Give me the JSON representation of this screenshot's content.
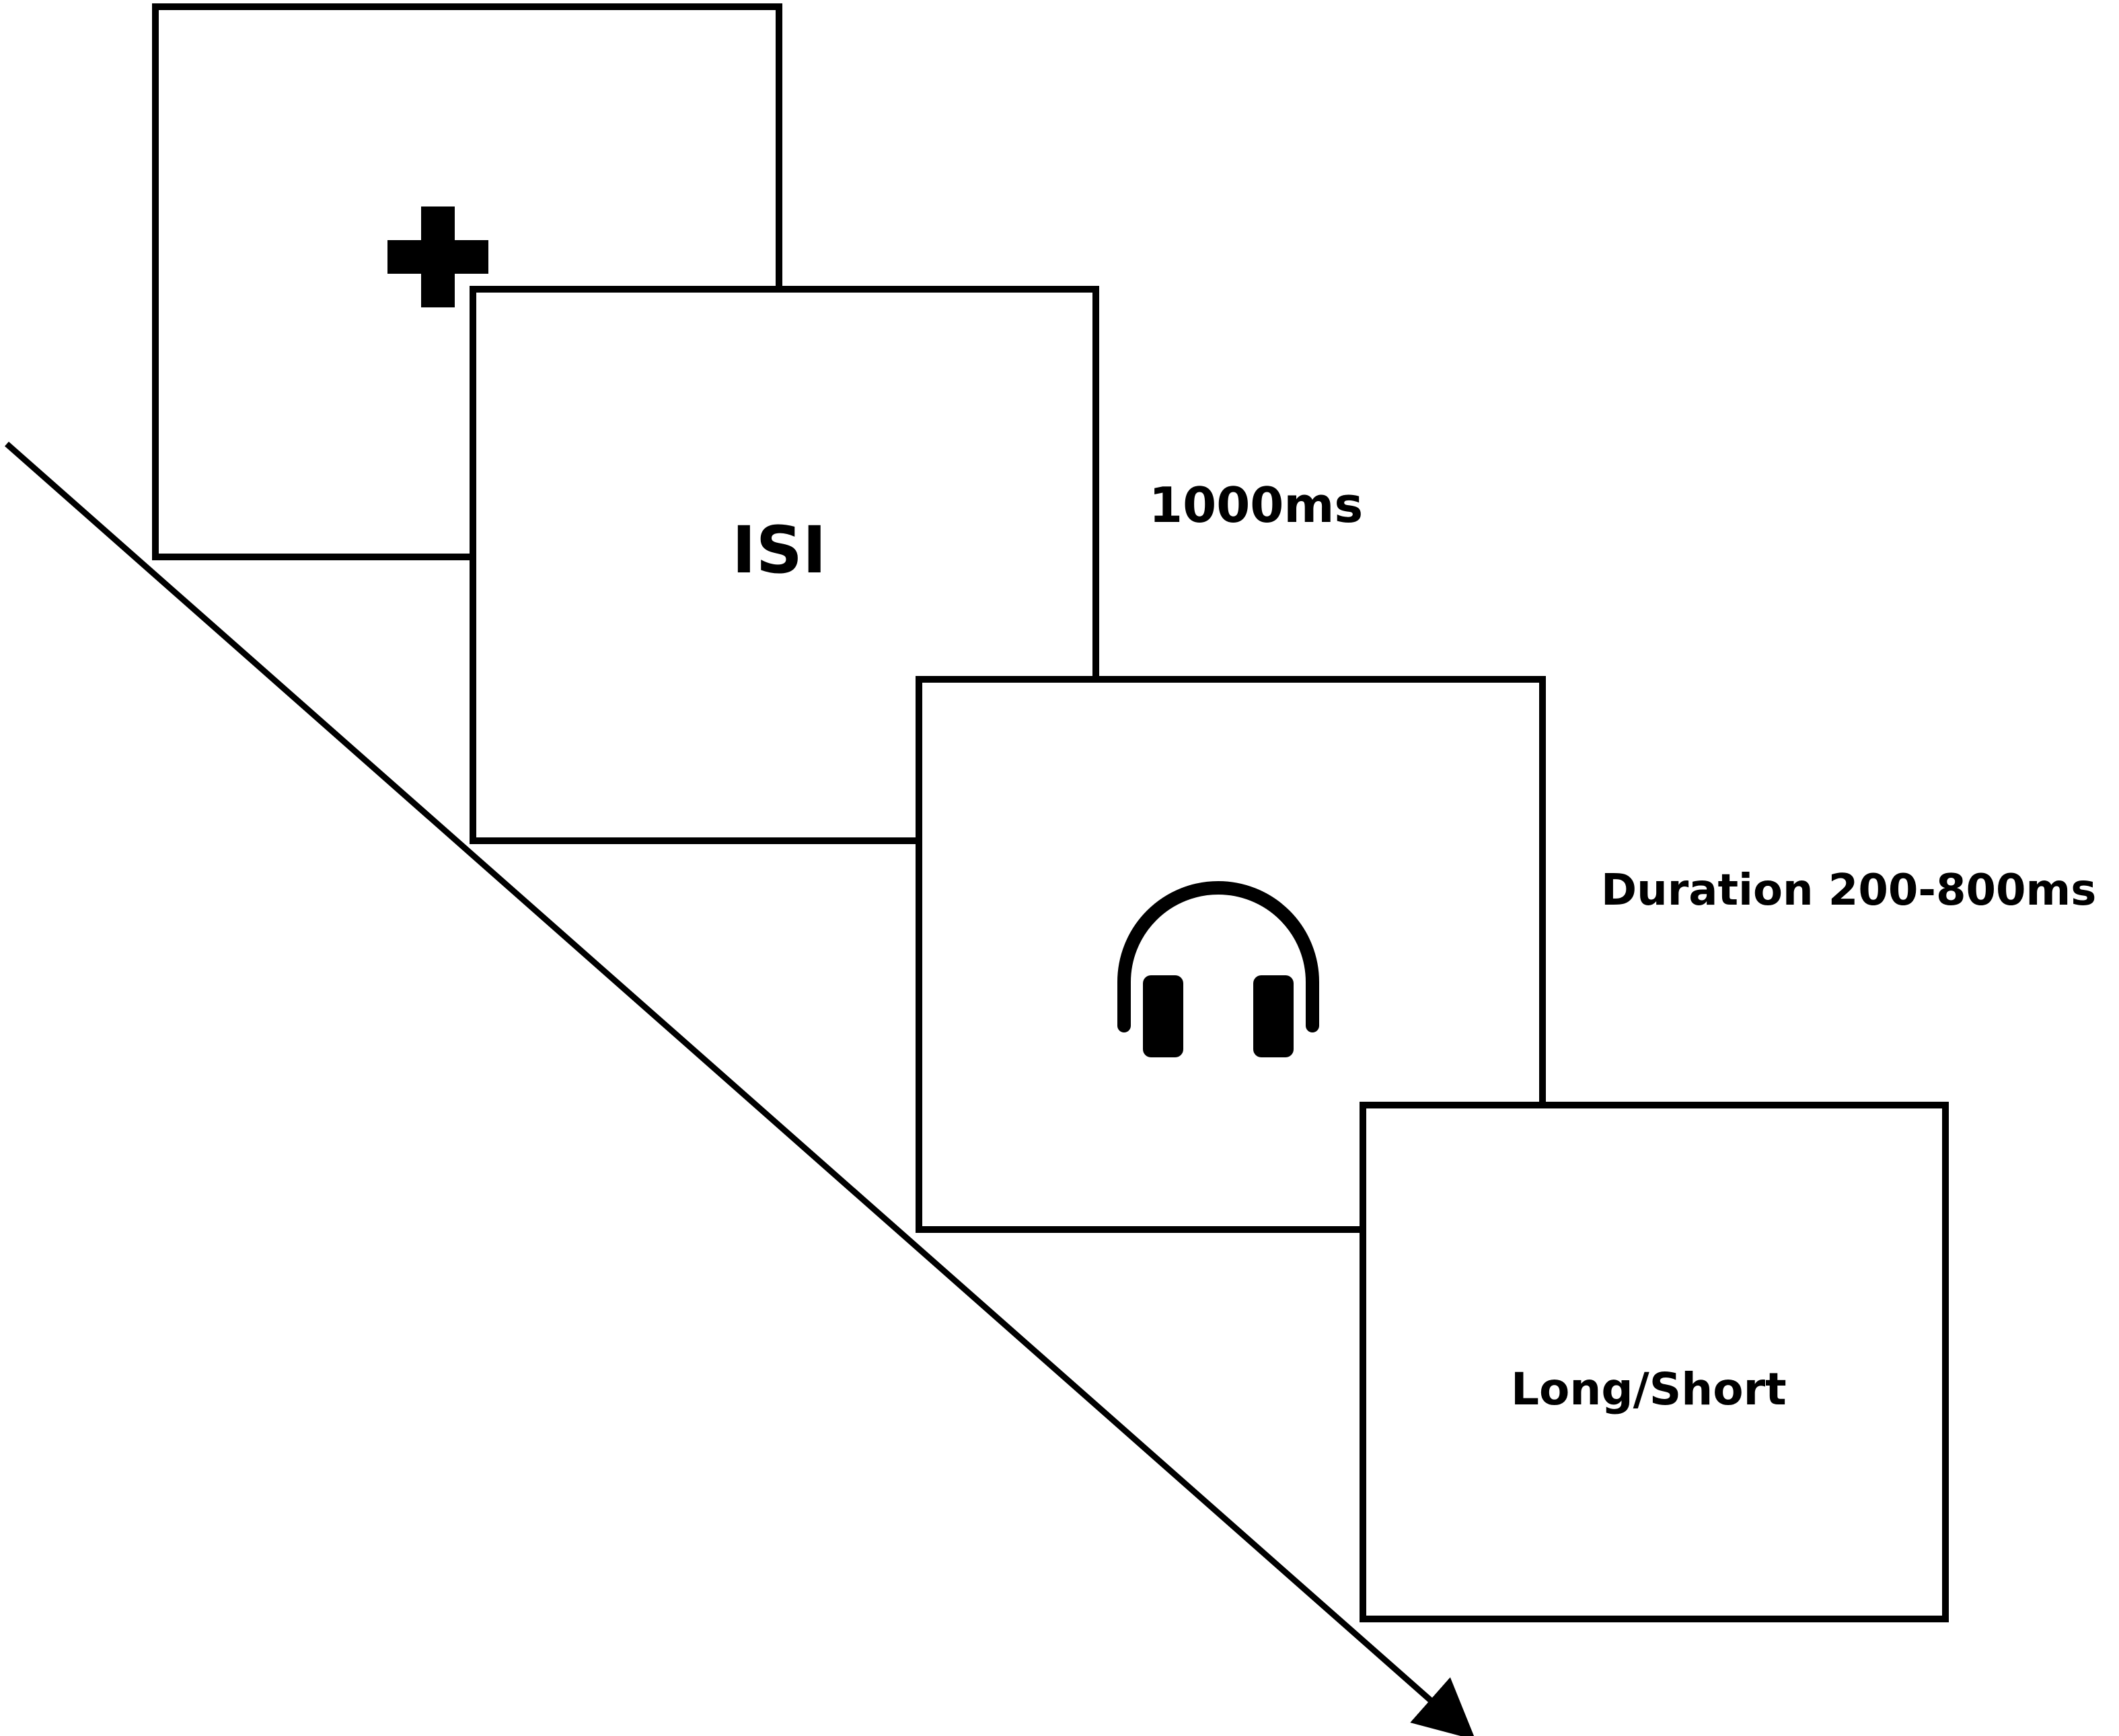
{
  "frames": [
    {
      "name": "fixation",
      "icon": "fixation-cross-icon"
    },
    {
      "name": "isi",
      "text": "ISI"
    },
    {
      "name": "stimulus",
      "icon": "headphones-icon"
    },
    {
      "name": "response",
      "text": "Long/Short"
    }
  ],
  "timings": {
    "isi": "1000ms",
    "stimulus": "Duration 200-800ms"
  },
  "colors": {
    "line": "#000000",
    "background": "#ffffff"
  }
}
